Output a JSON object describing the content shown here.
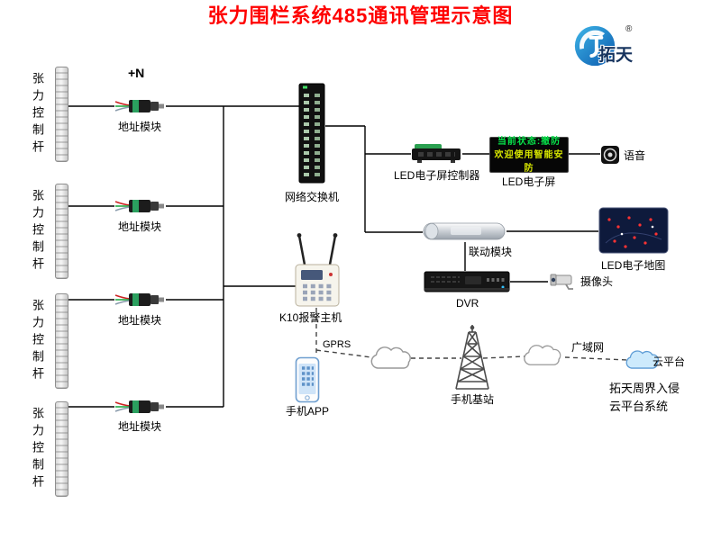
{
  "colors": {
    "title_red": "#ff0000",
    "led_green": "#07e34a",
    "led_yellow": "#d7e600",
    "logo_blue": "#0a58ad"
  },
  "logo": {
    "brand": "拓天",
    "registered": "®"
  },
  "rods": [
    {
      "label": "张力控制杆"
    },
    {
      "label": "张力控制杆"
    },
    {
      "label": "张力控制杆"
    },
    {
      "label": "张力控制杆"
    }
  ],
  "modules": [
    {
      "label": "地址模块"
    },
    {
      "label": "地址模块"
    },
    {
      "label": "地址模块"
    },
    {
      "label": "地址模块"
    }
  ],
  "plus_n": "+N",
  "network_switch": {
    "label": "网络交换机"
  },
  "k10": {
    "label": "K10报警主机"
  },
  "led_controller": {
    "label": "LED电子屏控制器"
  },
  "led_screen": {
    "label": "LED电子屏",
    "line1": "当前状态:撤防",
    "line2": "欢迎使用智能安防"
  },
  "voice": {
    "label": "语音"
  },
  "linkage": {
    "label": "联动模块"
  },
  "led_map": {
    "label": "LED电子地图"
  },
  "dvr": {
    "label": "DVR"
  },
  "camera": {
    "label": "摄像头"
  },
  "gprs_label": "GPRS",
  "phone": {
    "label": "手机APP"
  },
  "base_station": {
    "label": "手机基站"
  },
  "wan_label": "广域网",
  "cloud_platform": {
    "label": "云平台",
    "line1": "拓天周界入侵",
    "line2": "云平台系统"
  },
  "title": "张力围栏系统485通讯管理示意图"
}
